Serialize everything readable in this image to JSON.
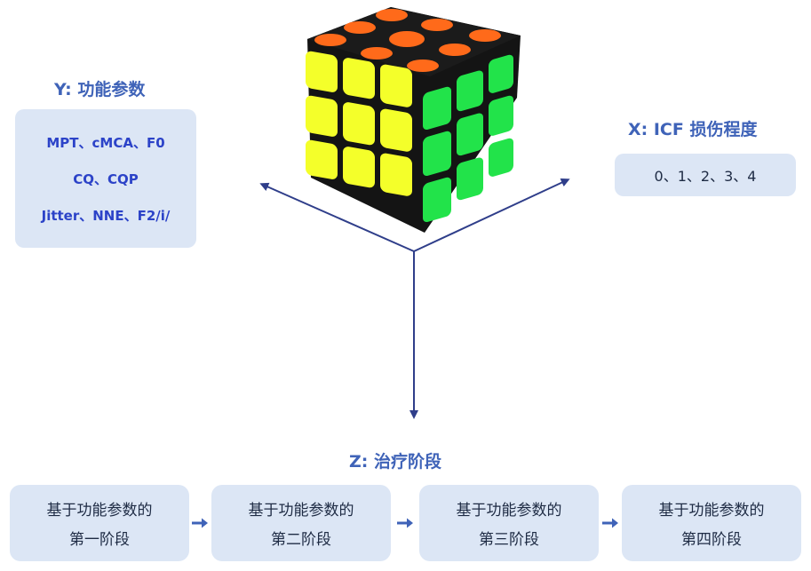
{
  "y_axis": {
    "title": "Y: 功能参数",
    "lines": [
      "MPT、cMCA、F0",
      "CQ、CQP",
      "Jitter、NNE、F2/i/"
    ]
  },
  "x_axis": {
    "title": "X: ICF 损伤程度",
    "values": "0、1、2、3、4"
  },
  "z_axis": {
    "title": "Z: 治疗阶段",
    "stages": [
      {
        "line1": "基于功能参数的",
        "line2": "第一阶段"
      },
      {
        "line1": "基于功能参数的",
        "line2": "第二阶段"
      },
      {
        "line1": "基于功能参数的",
        "line2": "第三阶段"
      },
      {
        "line1": "基于功能参数的",
        "line2": "第四阶段"
      }
    ]
  },
  "colors": {
    "title": "#3f63b8",
    "box_fill": "#dce6f5",
    "axis_line": "#2f3e8a",
    "cube_top": "#ff6a1a",
    "cube_left": "#f4ff2a",
    "cube_right": "#22e34a"
  },
  "icons": [
    "rubiks-cube-icon",
    "arrow-right-icon"
  ]
}
